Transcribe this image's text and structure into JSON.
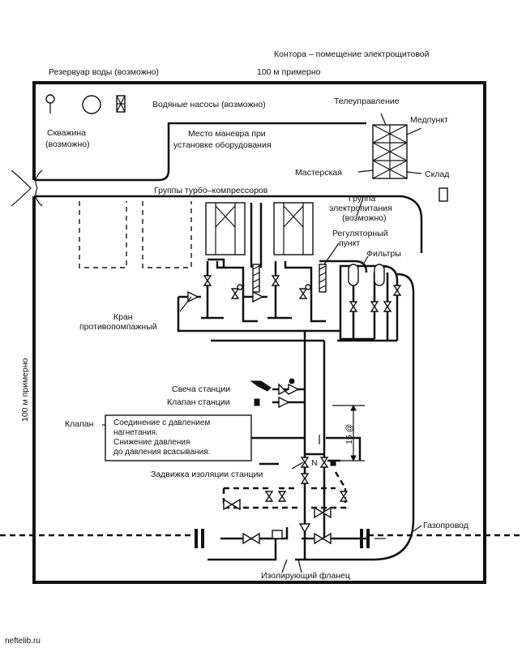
{
  "labels": {
    "control_room": "Контора – помещение электрощитовой",
    "dim_top": "100 м примерно",
    "water_reservoir": "Резервуар воды (возможно)",
    "water_pumps": "Водяные насосы (возможно)",
    "well_1": "Скважина",
    "well_2": "(возможно)",
    "maneuver_1": "Место маневра при",
    "maneuver_2": "установке оборудования",
    "telecontrol": "Телеуправление",
    "medpoint": "Медпункт",
    "workshop": "Мастерская",
    "storage": "Склад",
    "turbo_groups": "Группы турбо–компрессоров",
    "power_group_1": "Группа",
    "power_group_2": "электропитания",
    "power_group_3": "(возможно)",
    "regulator_1": "Регуляторный",
    "regulator_2": "пункт",
    "filters": "Фильтры",
    "antisurge_1": "Кран",
    "antisurge_2": "противопомпажный",
    "dim_left": "100 м примерно",
    "station_vent": "Свеча станции",
    "station_valve": "Клапан станции",
    "valve": "Клапан",
    "note_1": "Соединение с давлением",
    "note_2": "нагнетания.",
    "note_3": "Снижение давления",
    "note_4": "до давления всасывания.",
    "dim_15": "15 @",
    "n_mark": "N",
    "isolation_gate": "Задвижка изоляции станции",
    "gas_pipeline": "Газопровод",
    "insulating_flange": "Изолирующий фланец",
    "watermark": "neftelib.ru"
  }
}
